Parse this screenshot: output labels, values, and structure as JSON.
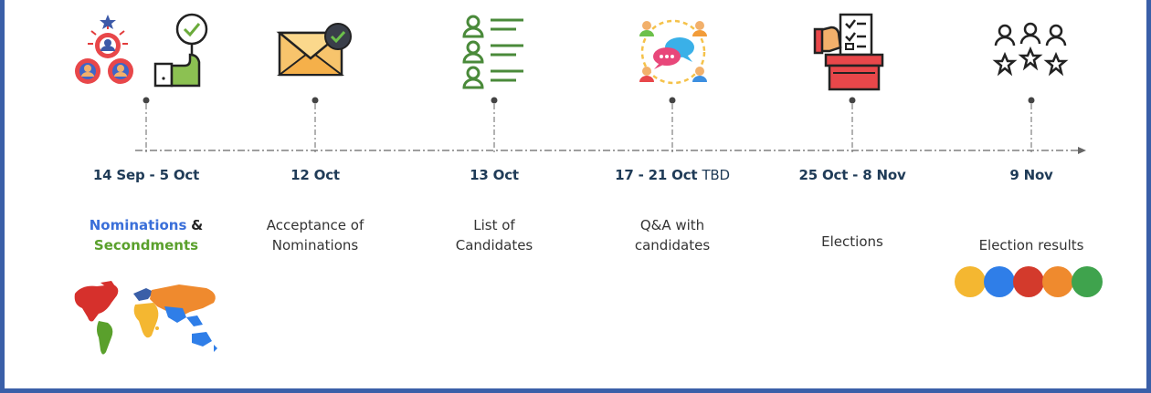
{
  "milestones": [
    {
      "date": "14 Sep - 5 Oct",
      "label_part1": "Nominations",
      "label_amp": "&",
      "label_part2": "Secondments",
      "icon": "nomination-people-icon"
    },
    {
      "date": "12 Oct",
      "label_line1": "Acceptance of",
      "label_line2": "Nominations",
      "icon": "envelope-check-icon"
    },
    {
      "date": "13 Oct",
      "label_line1": "List of",
      "label_line2": "Candidates",
      "icon": "candidate-list-icon"
    },
    {
      "date": "17 - 21 Oct",
      "date_suffix": "TBD",
      "label_line1": "Q&A with",
      "label_line2": "candidates",
      "icon": "qa-chat-icon"
    },
    {
      "date": "25 Oct - 8 Nov",
      "label_line1": "Elections",
      "icon": "ballot-box-icon"
    },
    {
      "date": "9 Nov",
      "label_line1": "Election results",
      "icon": "rating-stars-icon"
    }
  ],
  "result_dot_colors": [
    "#f4b731",
    "#2f7ee8",
    "#d33a2c",
    "#ef8a2e",
    "#3fa34d"
  ],
  "world_map_icon": "world-map-icon",
  "colors": {
    "frame": "#3a5fa8",
    "date_text": "#1f3b57",
    "nominations": "#3a6fd9",
    "secondments": "#5aa02c"
  }
}
